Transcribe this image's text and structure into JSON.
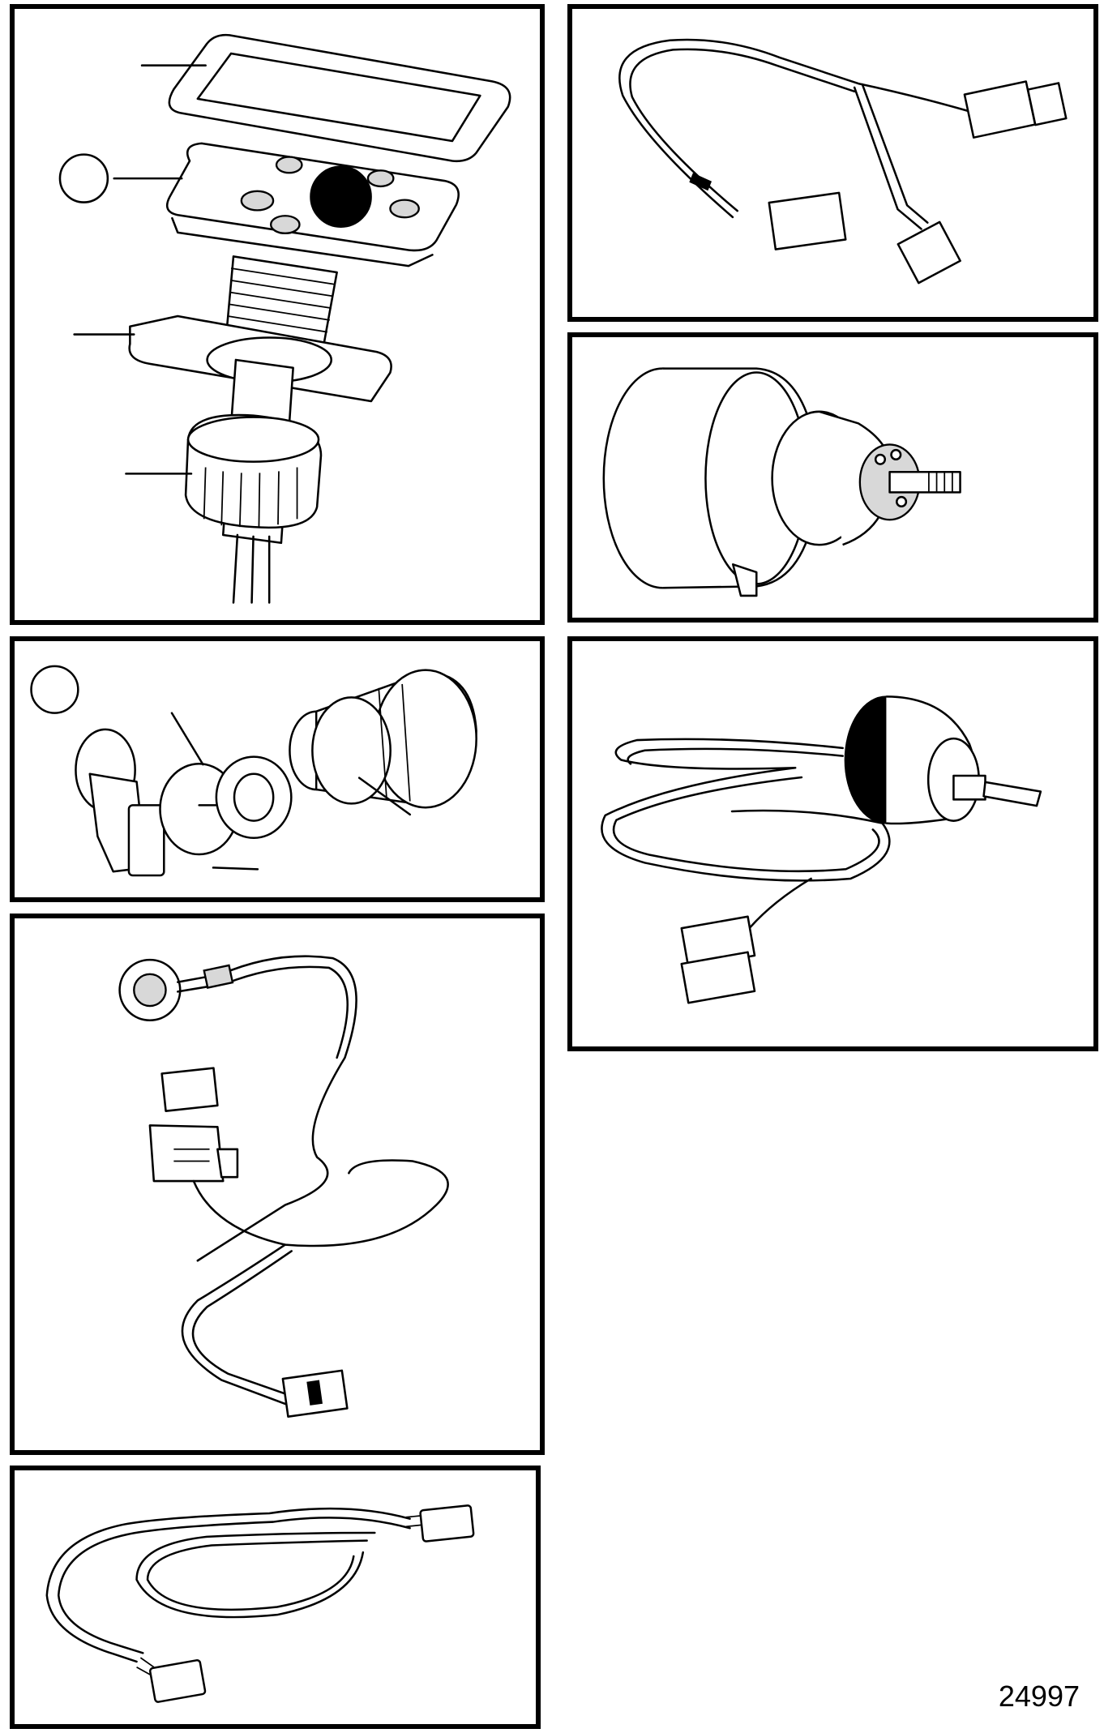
{
  "figure": {
    "number": "24997"
  },
  "panels": [
    {
      "id": "control-panel-assembly",
      "leader_lines": 4,
      "callout_circles": 1
    },
    {
      "id": "wiring-harness-y-branch"
    },
    {
      "id": "gauge-instrument"
    },
    {
      "id": "ignition-key-switch-assembly",
      "leader_lines": 3,
      "callout_circles": 1
    },
    {
      "id": "sender-with-coiled-cable"
    },
    {
      "id": "relay-harness"
    },
    {
      "id": "extension-cable"
    }
  ],
  "colors": {
    "line": "#000000",
    "background": "#ffffff"
  }
}
